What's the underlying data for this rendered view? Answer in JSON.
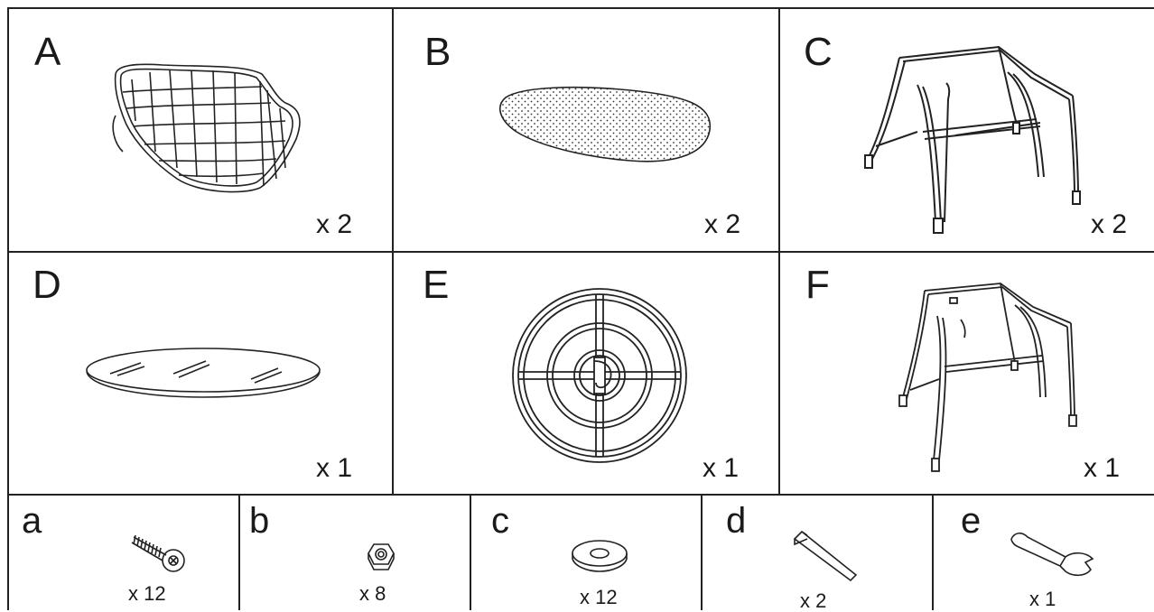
{
  "parts": [
    {
      "letter": "A",
      "qty": "x 2",
      "icon": "chair-seat-icon"
    },
    {
      "letter": "B",
      "qty": "x 2",
      "icon": "seat-cushion-icon"
    },
    {
      "letter": "C",
      "qty": "x 2",
      "icon": "chair-frame-icon"
    },
    {
      "letter": "D",
      "qty": "x 1",
      "icon": "glass-tabletop-icon"
    },
    {
      "letter": "E",
      "qty": "x 1",
      "icon": "round-grid-icon"
    },
    {
      "letter": "F",
      "qty": "x 1",
      "icon": "table-frame-icon"
    }
  ],
  "hardware": [
    {
      "letter": "a",
      "qty": "x 12",
      "icon": "bolt-icon"
    },
    {
      "letter": "b",
      "qty": "x 8",
      "icon": "nut-icon"
    },
    {
      "letter": "c",
      "qty": "x 12",
      "icon": "washer-icon"
    },
    {
      "letter": "d",
      "qty": "x 2",
      "icon": "allen-key-icon"
    },
    {
      "letter": "e",
      "qty": "x 1",
      "icon": "wrench-icon"
    }
  ]
}
